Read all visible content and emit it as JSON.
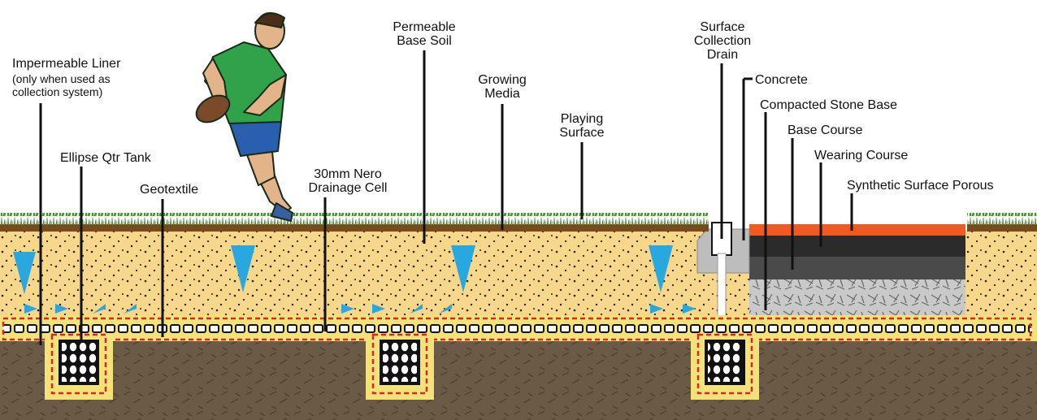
{
  "labels": {
    "impermeable_liner": "Impermeable Liner",
    "impermeable_liner_note_1": "(only when used as",
    "impermeable_liner_note_2": "collection system)",
    "ellipse_tank": "Ellipse Qtr Tank",
    "geotextile": "Geotextile",
    "nero_cell_1": "30mm Nero",
    "nero_cell_2": "Drainage Cell",
    "permeable_base_1": "Permeable",
    "permeable_base_2": "Base Soil",
    "growing_media_1": "Growing",
    "growing_media_2": "Media",
    "playing_surface_1": "Playing",
    "playing_surface_2": "Surface",
    "surface_drain_1": "Surface",
    "surface_drain_2": "Collection",
    "surface_drain_3": "Drain",
    "concrete": "Concrete",
    "compacted_stone": "Compacted Stone Base",
    "base_course": "Base Course",
    "wearing_course": "Wearing Course",
    "synthetic_surface": "Synthetic Surface Porous"
  },
  "colors": {
    "grass": "#4caa2e",
    "topsoil": "#7a4a1e",
    "sand": "#f7d78a",
    "subsoil": "#6b5a45",
    "geotextile_red": "#d8262a",
    "liner_yellow": "#f3e27a",
    "water_arrow": "#29a8e0",
    "concrete": "#bdbdbd",
    "stone": "#c9c9c9",
    "base_course": "#4a4a4a",
    "wearing_course": "#2b2b2b",
    "synthetic": "#f05a22",
    "player_shirt": "#2fa24a",
    "player_shorts": "#2a5fb0"
  }
}
